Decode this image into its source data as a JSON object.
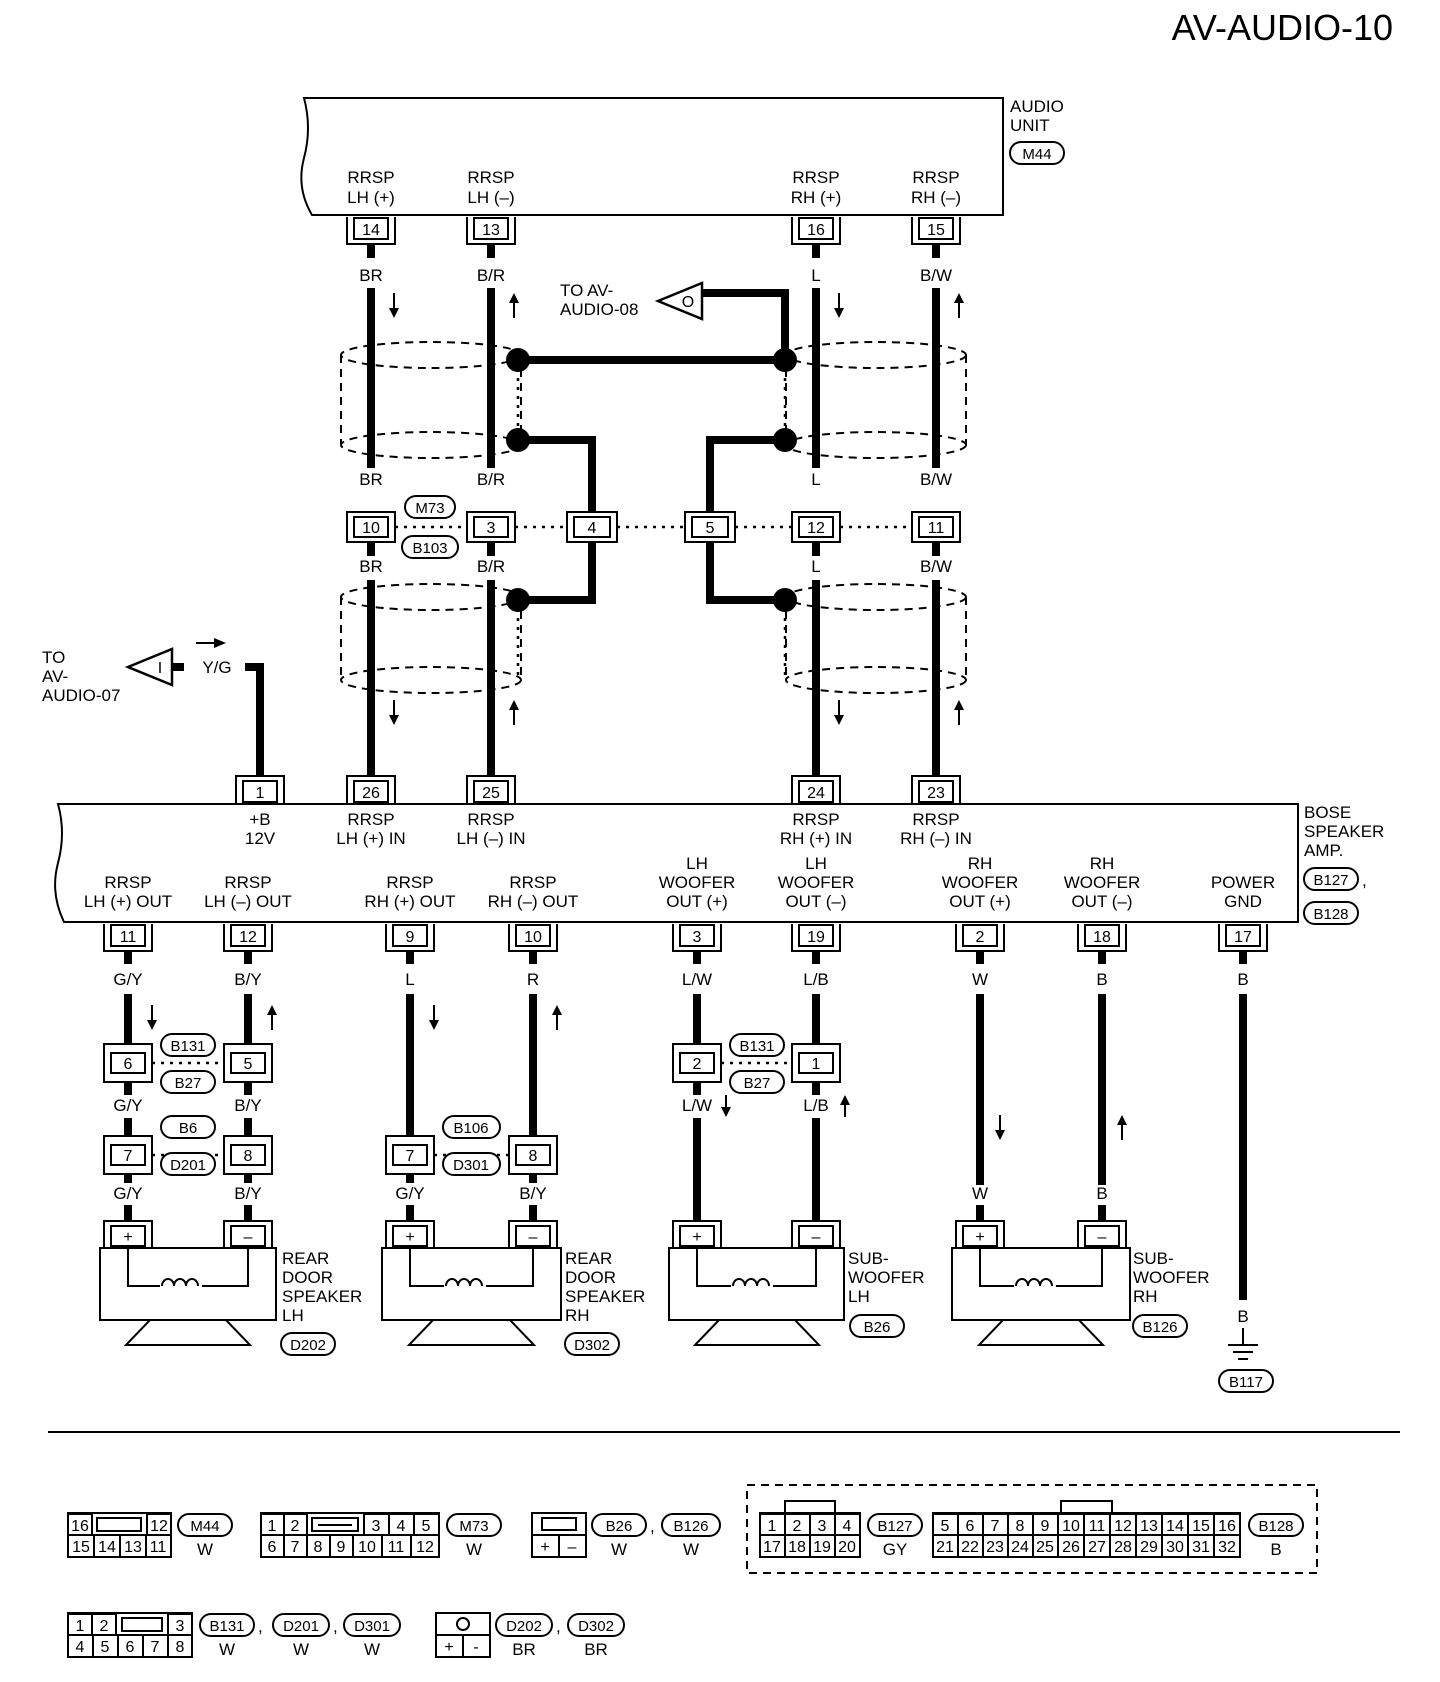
{
  "title": "AV-AUDIO-10",
  "audio_unit": {
    "label_lines": [
      "AUDIO",
      "UNIT"
    ],
    "connector": "M44",
    "pins": [
      {
        "pin": "14",
        "label": [
          "RRSP",
          "LH (+)"
        ],
        "wire": "BR"
      },
      {
        "pin": "13",
        "label": [
          "RRSP",
          "LH (–)"
        ],
        "wire": "B/R"
      },
      {
        "pin": "16",
        "label": [
          "RRSP",
          "RH (+)"
        ],
        "wire": "L"
      },
      {
        "pin": "15",
        "label": [
          "RRSP",
          "RH (–)"
        ],
        "wire": "B/W"
      }
    ]
  },
  "offpage": {
    "to_av_audio_08": {
      "lines": [
        "TO AV-",
        "AUDIO-08"
      ],
      "symbol": "O"
    },
    "to_av_audio_07": {
      "lines": [
        "TO",
        "AV-",
        "AUDIO-07"
      ],
      "symbol": "I",
      "wire": "Y/G"
    }
  },
  "joint": {
    "connectors": [
      "M73",
      "B103"
    ],
    "pins": [
      "10",
      "3",
      "4",
      "5",
      "12",
      "11"
    ],
    "wires_below": [
      "BR",
      "B/R",
      "L",
      "B/W"
    ]
  },
  "amp": {
    "label_lines": [
      "BOSE",
      "SPEAKER",
      "AMP."
    ],
    "connectors": [
      "B127",
      "B128"
    ],
    "separator": ",",
    "top_pins": [
      {
        "pin": "1",
        "label": [
          "+B",
          "12V"
        ]
      },
      {
        "pin": "26",
        "label": [
          "RRSP",
          "LH (+) IN"
        ]
      },
      {
        "pin": "25",
        "label": [
          "RRSP",
          "LH (–) IN"
        ]
      },
      {
        "pin": "24",
        "label": [
          "RRSP",
          "RH (+) IN"
        ]
      },
      {
        "pin": "23",
        "label": [
          "RRSP",
          "RH (–) IN"
        ]
      }
    ],
    "bottom_pins": [
      {
        "pin": "11",
        "label": [
          "RRSP",
          "LH (+) OUT"
        ]
      },
      {
        "pin": "12",
        "label": [
          "RRSP",
          "LH (–) OUT"
        ]
      },
      {
        "pin": "9",
        "label": [
          "RRSP",
          "RH (+) OUT"
        ]
      },
      {
        "pin": "10",
        "label": [
          "RRSP",
          "RH (–) OUT"
        ]
      },
      {
        "pin": "3",
        "label": [
          "LH",
          "WOOFER",
          "OUT (+)"
        ]
      },
      {
        "pin": "19",
        "label": [
          "LH",
          "WOOFER",
          "OUT (–)"
        ]
      },
      {
        "pin": "2",
        "label": [
          "RH",
          "WOOFER",
          "OUT (+)"
        ]
      },
      {
        "pin": "18",
        "label": [
          "RH",
          "WOOFER",
          "OUT (–)"
        ]
      },
      {
        "pin": "17",
        "label": [
          "POWER",
          "GND"
        ]
      }
    ]
  },
  "lower_wires": {
    "top": [
      "G/Y",
      "B/Y",
      "L",
      "R",
      "L/W",
      "L/B",
      "W",
      "B",
      "B"
    ],
    "mid_lh": [
      "G/Y",
      "B/Y"
    ],
    "bottom": [
      "G/Y",
      "B/Y",
      "G/Y",
      "B/Y",
      "W",
      "B"
    ],
    "woofer_mid": [
      "L/W",
      "L/B"
    ],
    "ground": "B"
  },
  "inline": [
    {
      "pins": [
        "6",
        "5"
      ],
      "connectors": [
        "B131",
        "B27"
      ]
    },
    {
      "pins": [
        "7",
        "8"
      ],
      "connectors": [
        "B6",
        "D201"
      ]
    },
    {
      "pins": [
        "7",
        "8"
      ],
      "connectors": [
        "B106",
        "D301"
      ]
    },
    {
      "pins": [
        "2",
        "1"
      ],
      "connectors": [
        "B131",
        "B27"
      ]
    }
  ],
  "speakers": [
    {
      "lines": [
        "REAR",
        "DOOR",
        "SPEAKER",
        "LH"
      ],
      "connector": "D202"
    },
    {
      "lines": [
        "REAR",
        "DOOR",
        "SPEAKER",
        "RH"
      ],
      "connector": "D302"
    },
    {
      "lines": [
        "SUB-",
        "WOOFER",
        "LH"
      ],
      "connector": "B26"
    },
    {
      "lines": [
        "SUB-",
        "WOOFER",
        "RH"
      ],
      "connector": "B126"
    }
  ],
  "ground_connector": "B117",
  "polarity": [
    "+",
    "–"
  ],
  "connector_views": {
    "m44": {
      "top": [
        "16",
        "12"
      ],
      "bottom": [
        "15",
        "14",
        "13",
        "11"
      ],
      "id": "M44",
      "color": "W"
    },
    "m73": {
      "top": [
        "1",
        "2",
        "3",
        "4",
        "5"
      ],
      "bottom": [
        "6",
        "7",
        "8",
        "9",
        "10",
        "11",
        "12"
      ],
      "id": "M73",
      "color": "W"
    },
    "b26": {
      "bottom": [
        "+",
        "–"
      ],
      "ids": [
        "B26",
        "B126"
      ],
      "colors": [
        "W",
        "W"
      ],
      "separator": ","
    },
    "b127": {
      "top": [
        "1",
        "2",
        "3",
        "4"
      ],
      "bottom": [
        "17",
        "18",
        "19",
        "20"
      ],
      "id": "B127",
      "color": "GY"
    },
    "b128": {
      "top": [
        "5",
        "6",
        "7",
        "8",
        "9",
        "10",
        "11",
        "12",
        "13",
        "14",
        "15",
        "16"
      ],
      "bottom": [
        "21",
        "22",
        "23",
        "24",
        "25",
        "26",
        "27",
        "28",
        "29",
        "30",
        "31",
        "32"
      ],
      "id": "B128",
      "color": "B"
    },
    "b131": {
      "top": [
        "1",
        "2",
        "3"
      ],
      "bottom": [
        "4",
        "5",
        "6",
        "7",
        "8"
      ],
      "ids": [
        "B131",
        "D201",
        "D301"
      ],
      "colors": [
        "W",
        "W",
        "W"
      ],
      "separator": ","
    },
    "d202": {
      "bottom": [
        "+",
        "-"
      ],
      "ids": [
        "D202",
        "D302"
      ],
      "colors": [
        "BR",
        "BR"
      ],
      "separator": ","
    }
  }
}
